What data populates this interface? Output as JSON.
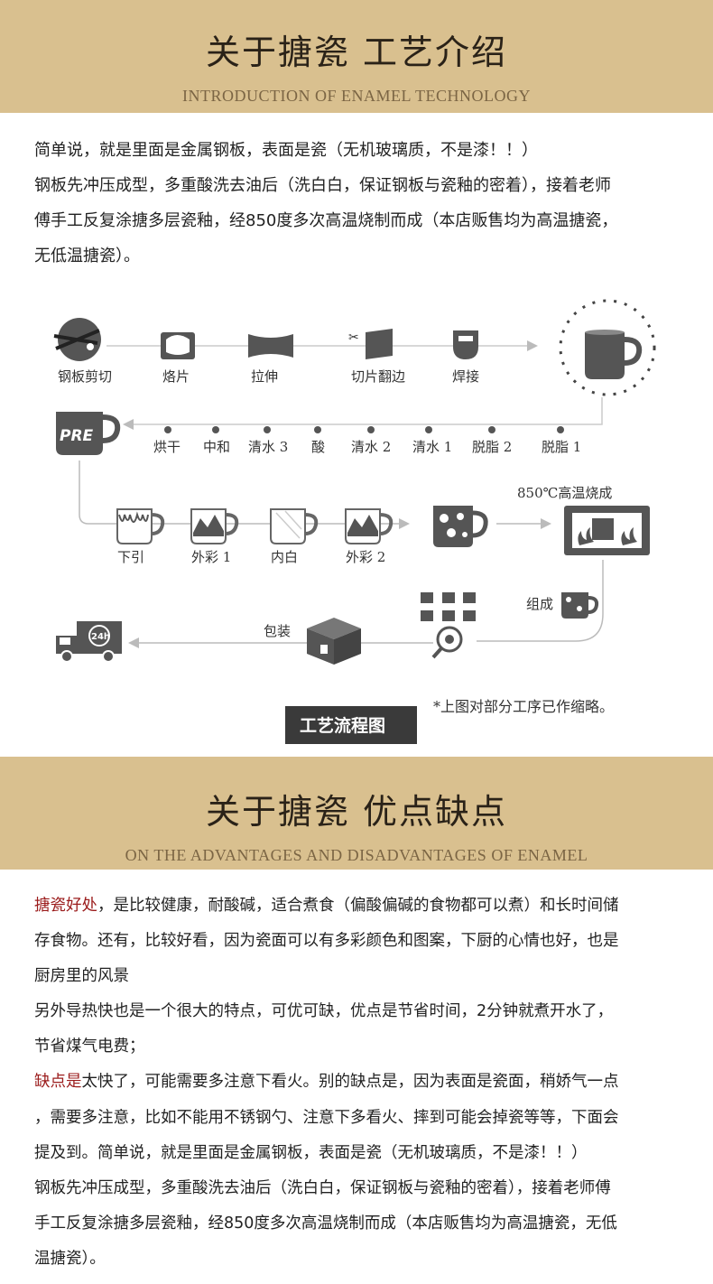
{
  "section1": {
    "title_zh": "关于搪瓷  工艺介绍",
    "title_en": "INTRODUCTION OF ENAMEL TECHNOLOGY"
  },
  "intro_lines": [
    "简单说，就是里面是金属钢板，表面是瓷（无机玻璃质，不是漆！！）",
    "钢板先冲压成型，多重酸洗去油后（洗白白，保证钢板与瓷釉的密着），接着老师",
    "傅手工反复涂搪多层瓷釉，经850度多次高温烧制而成（本店贩售均为高温搪瓷，",
    "无低温搪瓷）。"
  ],
  "flow": {
    "row1": [
      "钢板剪切",
      "烙片",
      "拉伸",
      "切片翻边",
      "焊接"
    ],
    "row2": [
      "烘干",
      "中和",
      "清水 3",
      "酸",
      "清水 2",
      "清水 1",
      "脱脂 2",
      "脱脂 1"
    ],
    "row3": [
      "下引",
      "外彩 1",
      "内白",
      "外彩 2"
    ],
    "firing_label": "850℃高温烧成",
    "assemble_label": "组成",
    "pack_label": "包装",
    "pre_badge": "PRE",
    "truck_badge": "24h",
    "note": "*上图对部分工序已作缩略。",
    "box_title": "工艺流程图"
  },
  "section2": {
    "title_zh": "关于搪瓷 优点缺点",
    "title_en": "ON THE ADVANTAGES AND DISADVANTAGES OF ENAMEL"
  },
  "adv": {
    "l1_red": "搪瓷好处",
    "l1_rest": "，是比较健康，耐酸碱，适合煮食（偏酸偏碱的食物都可以煮）和长时间储",
    "l2": "存食物。还有，比较好看，因为瓷面可以有多彩颜色和图案，下厨的心情也好，也是",
    "l3": "厨房里的风景",
    "l4": "另外导热快也是一个很大的特点，可优可缺，优点是节省时间，2分钟就煮开水了，",
    "l5": "节省煤气电费；",
    "l6_red": "缺点是",
    "l6_rest": "太快了，可能需要多注意下看火。别的缺点是，因为表面是瓷面，稍娇气一点",
    "l7": "，需要多注意，比如不能用不锈钢勺、注意下多看火、摔到可能会掉瓷等等，下面会",
    "l8": "提及到。简单说，就是里面是金属钢板，表面是瓷（无机玻璃质，不是漆！！）",
    "l9": "钢板先冲压成型，多重酸洗去油后（洗白白，保证钢板与瓷釉的密着），接着老师傅",
    "l10": "手工反复涂搪多层瓷釉，经850度多次高温烧制而成（本店贩售均为高温搪瓷，无低",
    "l11": "温搪瓷）。"
  },
  "colors": {
    "band": "#d9c08f",
    "accent_red": "#9b1c1c",
    "icon_dark": "#4a4a4a"
  }
}
